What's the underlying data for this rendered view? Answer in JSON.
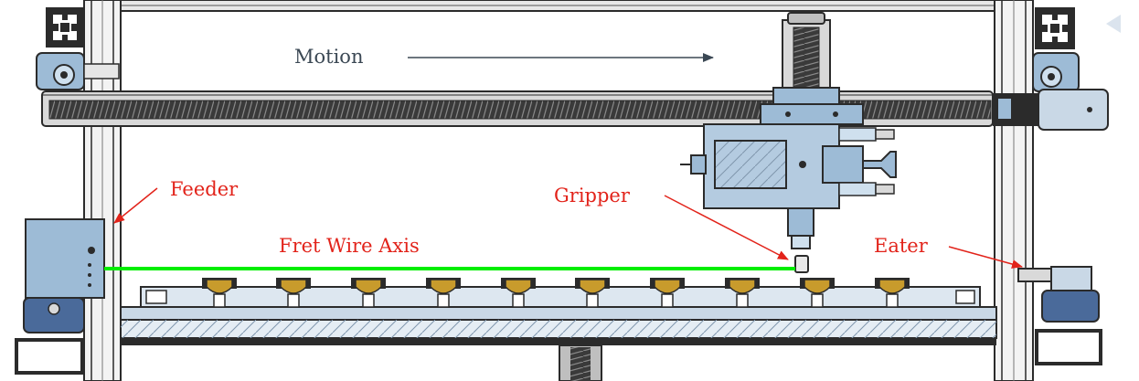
{
  "labels": {
    "motion": "Motion",
    "feeder": "Feeder",
    "gripper": "Gripper",
    "fret_wire_axis": "Fret Wire Axis",
    "eater": "Eater"
  },
  "colors": {
    "annotation": "#e2231a",
    "motion_text": "#3b4854",
    "fret_wire": "#00ee00",
    "part_blue": "#9dbbd6",
    "frame": "#2b2b2b",
    "rod": "#3a3a3a",
    "bracket_gold": "#c89b2c"
  },
  "icons": {
    "nav_arrow": "triangle-left-icon"
  }
}
